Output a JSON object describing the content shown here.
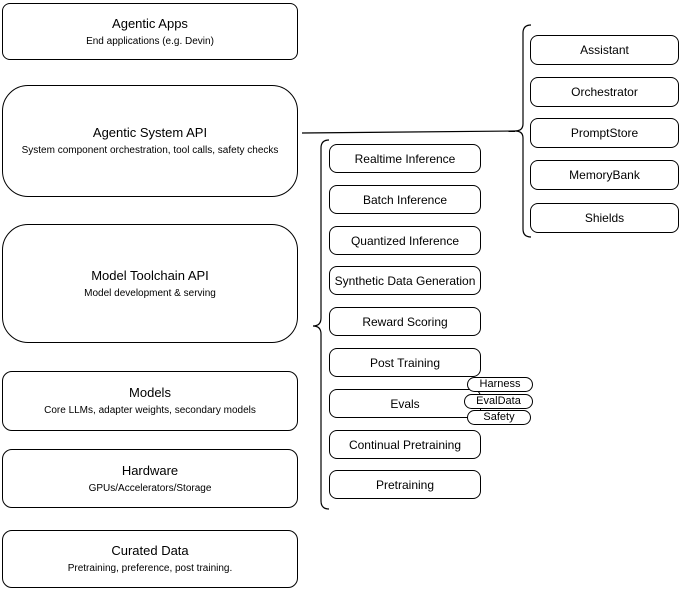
{
  "diagram": {
    "stack": [
      {
        "title": "Agentic Apps",
        "subtitle": "End applications (e.g. Devin)"
      },
      {
        "title": "Agentic System API",
        "subtitle": "System component orchestration, tool calls, safety checks"
      },
      {
        "title": "Model Toolchain API",
        "subtitle": "Model development & serving"
      },
      {
        "title": "Models",
        "subtitle": "Core LLMs, adapter weights, secondary models"
      },
      {
        "title": "Hardware",
        "subtitle": "GPUs/Accelerators/Storage"
      },
      {
        "title": "Curated Data",
        "subtitle": "Pretraining, preference, post training."
      }
    ],
    "toolchain": {
      "items": [
        "Realtime Inference",
        "Batch Inference",
        "Quantized Inference",
        "Synthetic Data Generation",
        "Reward Scoring",
        "Post Training",
        "Evals",
        "Continual Pretraining",
        "Pretraining"
      ],
      "evals_tags": [
        "Harness",
        "EvalData",
        "Safety"
      ]
    },
    "system_components": [
      "Assistant",
      "Orchestrator",
      "PromptStore",
      "MemoryBank",
      "Shields"
    ]
  },
  "colors": {
    "stroke": "#000000",
    "background": "#ffffff",
    "text": "#000000"
  }
}
